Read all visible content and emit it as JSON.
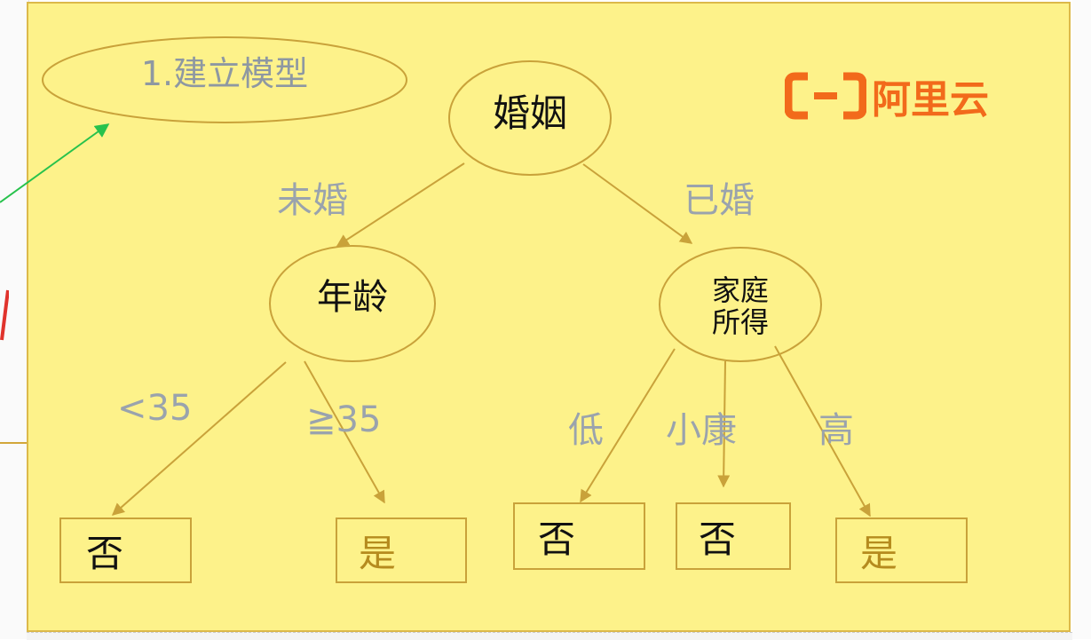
{
  "slide": {
    "step_title": "1.建立模型",
    "brand": {
      "name": "阿里云",
      "color": "#f26a1b",
      "icon": "aliyun-logo-icon"
    }
  },
  "tree": {
    "root": "婚姻",
    "branches": {
      "unmarried": "未婚",
      "married": "已婚"
    },
    "nodes": {
      "age": "年龄",
      "income_line1": "家庭",
      "income_line2": "所得"
    },
    "age_edges": {
      "lt35": "<35",
      "ge35": "≧35"
    },
    "income_edges": {
      "low": "低",
      "moderate": "小康",
      "high": "高"
    },
    "leaves": [
      "否",
      "是",
      "否",
      "否",
      "是"
    ]
  },
  "colors": {
    "background": "#fdf28a",
    "edge": "#c9a23a",
    "label": "#9aa3ad",
    "yes_text": "#b58b1e"
  }
}
